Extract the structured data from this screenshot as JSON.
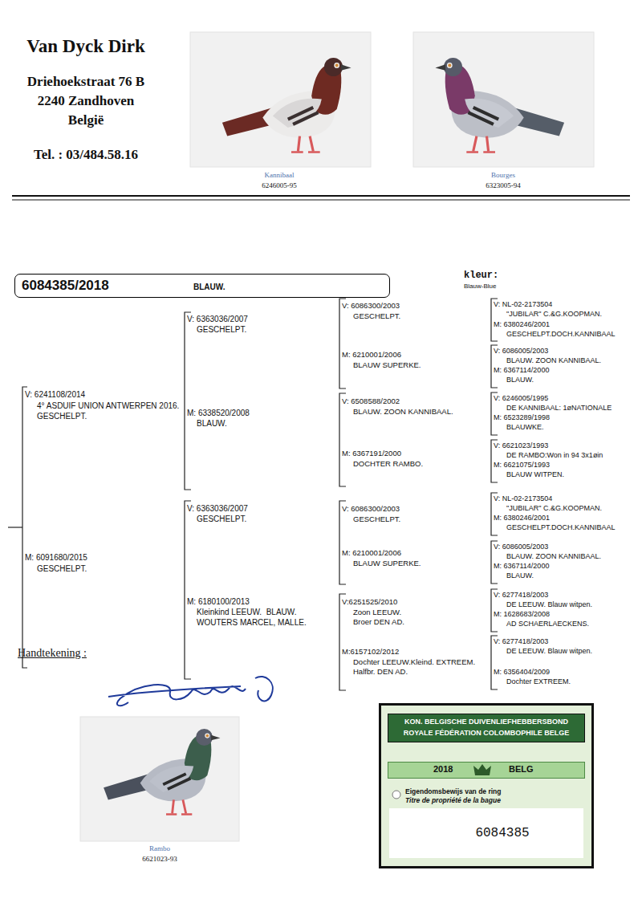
{
  "diagram": {
    "title": "Van Dyck Dirk",
    "nodes": [
      {
        "text": [
          "6084385/2018",
          "BLAUW."
        ]
      },
      {
        "text": [
          "Eigendomsbewijs van de ring",
          "Titre de propriété de la bague",
          "6084385"
        ]
      },
      {
        "text": [
          "KON. BELGISCHE DUIVENLIEFHEBBERSBOND",
          "ROYALE FÉDÉRATION COLOMBOPHILE BELGE"
        ],
        "in": 1
      },
      {
        "text": [
          "2018",
          "BELG"
        ],
        "in": 1
      }
    ],
    "labels": [
      "Driehoekstraat 76 B",
      "2240 Zandhoven",
      "België",
      "Tel. : 03/484.58.16",
      "Kannibaal",
      "6246005-95",
      "Bourges",
      "6323005-94",
      "kleur:",
      "Blauw-Blue",
      "V: 6241108/2014",
      "4° ASDUIF UNION ANTWERPEN 2016.",
      "GESCHELPT.",
      "M: 6091680/2015",
      "GESCHELPT.",
      "V: 6363036/2007",
      "GESCHELPT.",
      "M: 6338520/2008",
      "BLAUW.",
      "V: 6363036/2007",
      "GESCHELPT.",
      "M: 6180100/2013",
      "Kleinkind LEEUW.  BLAUW.",
      "WOUTERS MARCEL, MALLE.",
      "V: 6086300/2003",
      "GESCHELPT.",
      "M: 6210001/2006",
      "BLAUW SUPERKE.",
      "V: 6508588/2002",
      "BLAUW. ZOON KANNIBAAL.",
      "M: 6367191/2000",
      "DOCHTER RAMBO.",
      "V: 6086300/2003",
      "GESCHELPT.",
      "M: 6210001/2006",
      "BLAUW SUPERKE.",
      "V:6251525/2010",
      "Zoon LEEUW.",
      "Broer DEN AD.",
      "M:6157102/2012",
      "Dochter LEEUW.Kleind. EXTREEM.",
      "Halfbr. DEN AD.",
      "V: NL-02-2173504",
      "\"JUBILAR\" C.&G.KOOPMAN.",
      "M: 6380246/2001",
      "GESCHELPT.DOCH.KANNIBAAL",
      "V: 6086005/2003",
      "BLAUW. ZOON KANNIBAAL.",
      "M: 6367114/2000",
      "BLAUW.",
      "V: 6246005/1995",
      "DE KANNIBAAL: 1øNATIONALE",
      "M: 6523289/1998",
      "BLAUWKE.",
      "V: 6621023/1993",
      "DE RAMBO:Won in 94 3x1øin",
      "M: 6621075/1993",
      "BLAUW WITPEN.",
      "V: NL-02-2173504",
      "\"JUBILAR\" C.&G.KOOPMAN.",
      "M: 6380246/2001",
      "GESCHELPT.DOCH.KANNIBAAL",
      "V: 6086005/2003",
      "BLAUW. ZOON KANNIBAAL.",
      "M: 6367114/2000",
      "BLAUW.",
      "V: 6277418/2003",
      "DE LEEUW. Blauw witpen.",
      "M: 1628683/2008",
      "AD SCHAERLAECKENS.",
      "V: 6277418/2003",
      "DE LEEUW. Blauw witpen.",
      "M: 6356404/2009",
      "Dochter EXTREEM.",
      "Handtekening :",
      "Rambo",
      "6621023-93"
    ]
  }
}
